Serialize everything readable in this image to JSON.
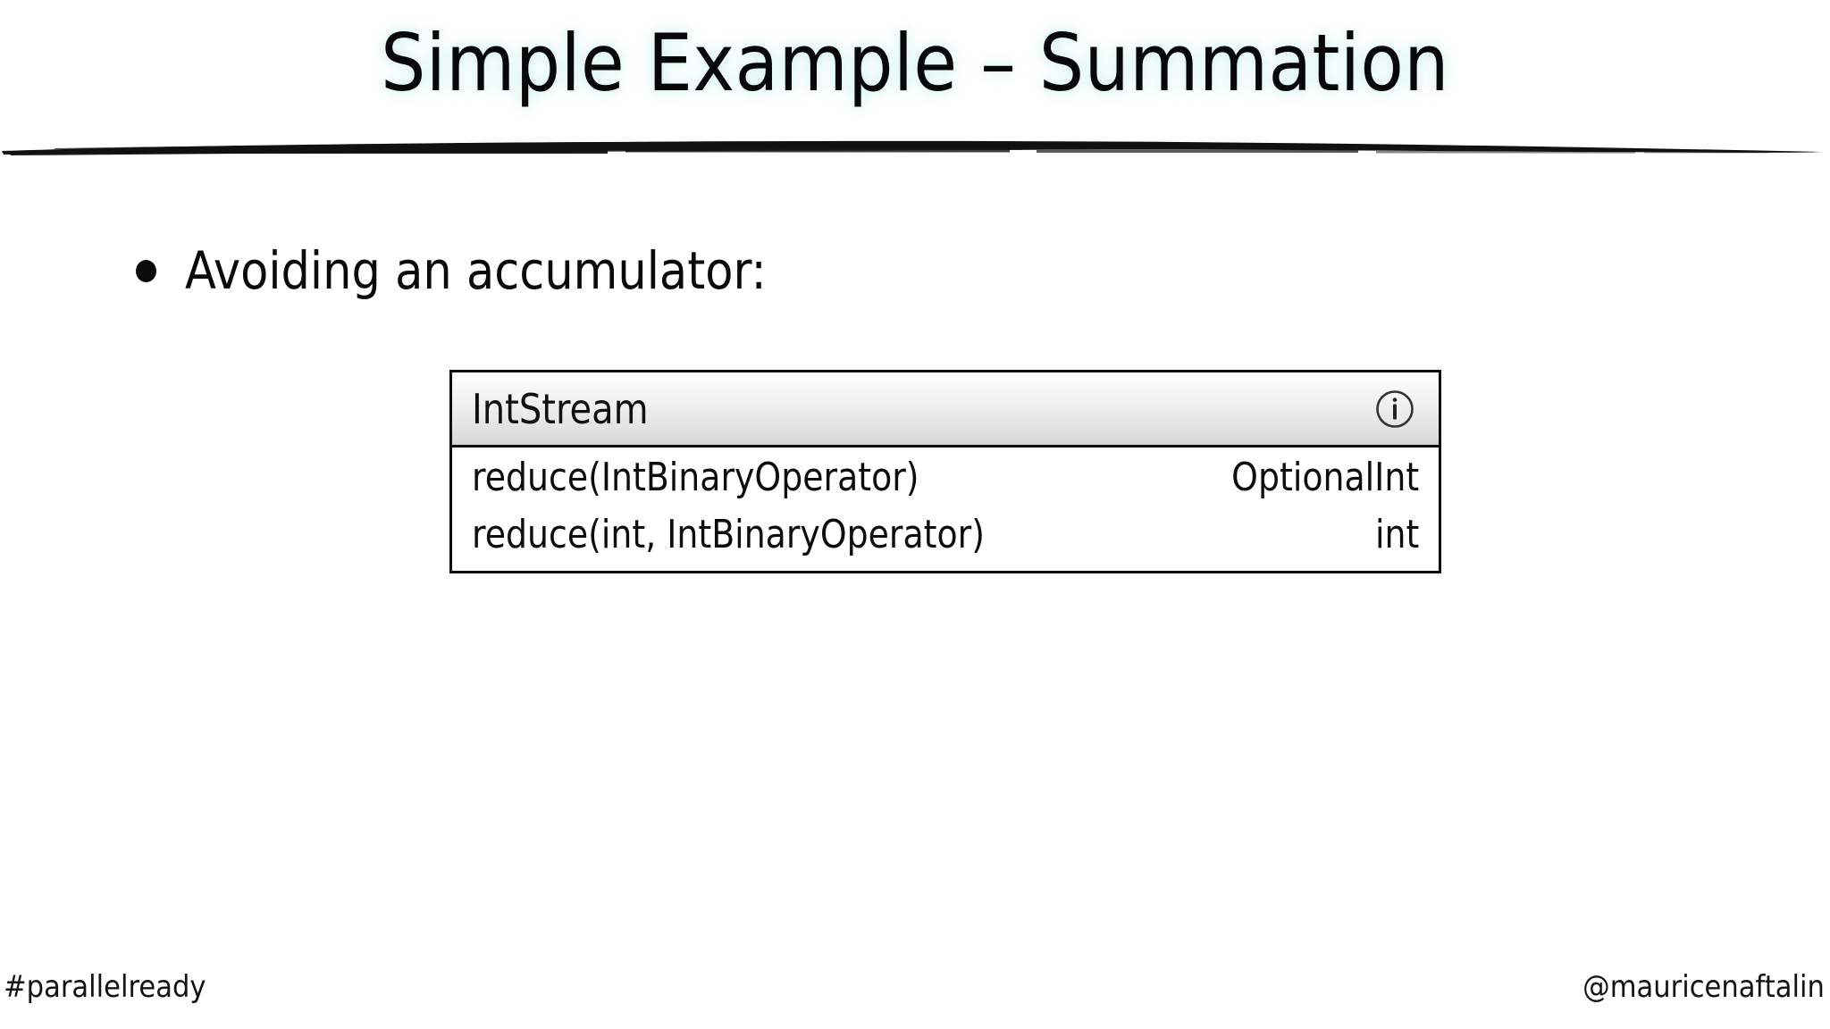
{
  "slide": {
    "title": "Simple Example – Summation",
    "background_color": "#ffffff",
    "title_glow_color": "#cdf0ec"
  },
  "content": {
    "bullet": {
      "marker": "•",
      "text": "Avoiding an accumulator:"
    }
  },
  "api_panel": {
    "header": {
      "title": "IntStream",
      "icon": "info-icon",
      "icon_glyph": "i"
    },
    "columns": [
      "signature",
      "return_type"
    ],
    "rows": [
      {
        "signature": "reduce(IntBinaryOperator)",
        "return_type": "OptionalInt"
      },
      {
        "signature": "reduce(int, IntBinaryOperator)",
        "return_type": "int"
      }
    ]
  },
  "footer": {
    "hashtag": "#parallelready",
    "handle": "@mauricenaftalin"
  }
}
